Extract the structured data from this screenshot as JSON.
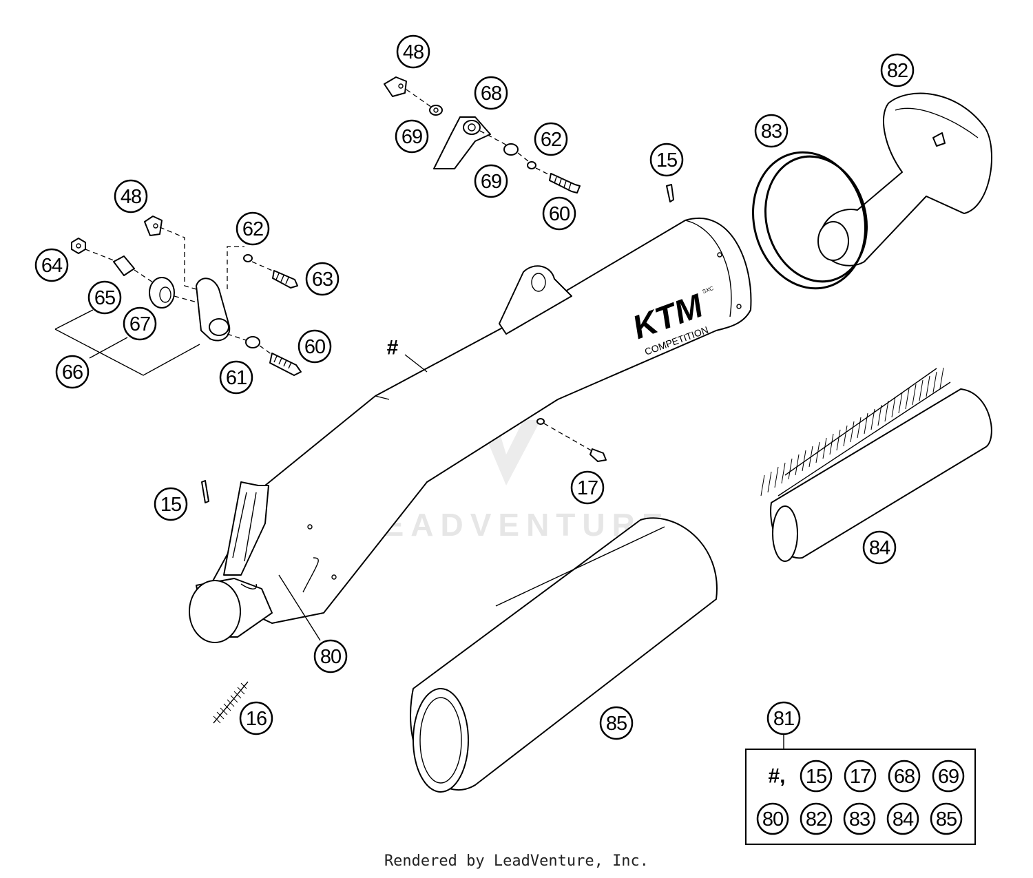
{
  "callouts": [
    {
      "id": "c48a",
      "label": "48"
    },
    {
      "id": "c68",
      "label": "68"
    },
    {
      "id": "c69a",
      "label": "69"
    },
    {
      "id": "c62a",
      "label": "62"
    },
    {
      "id": "c69b",
      "label": "69"
    },
    {
      "id": "c60a",
      "label": "60"
    },
    {
      "id": "c82",
      "label": "82"
    },
    {
      "id": "c83",
      "label": "83"
    },
    {
      "id": "c15a",
      "label": "15"
    },
    {
      "id": "c48b",
      "label": "48"
    },
    {
      "id": "c62b",
      "label": "62"
    },
    {
      "id": "c64",
      "label": "64"
    },
    {
      "id": "c63",
      "label": "63"
    },
    {
      "id": "c65",
      "label": "65"
    },
    {
      "id": "c67",
      "label": "67"
    },
    {
      "id": "c60b",
      "label": "60"
    },
    {
      "id": "c66",
      "label": "66"
    },
    {
      "id": "c61",
      "label": "61"
    },
    {
      "id": "c17",
      "label": "17"
    },
    {
      "id": "c15b",
      "label": "15"
    },
    {
      "id": "c80",
      "label": "80"
    },
    {
      "id": "c84",
      "label": "84"
    },
    {
      "id": "c16",
      "label": "16"
    },
    {
      "id": "c85",
      "label": "85"
    },
    {
      "id": "c81",
      "label": "81"
    }
  ],
  "hash_label": "#",
  "kit": {
    "prefix": "#,",
    "row1": [
      "15",
      "17",
      "68",
      "69"
    ],
    "row2": [
      "80",
      "82",
      "83",
      "84",
      "85"
    ]
  },
  "logo": {
    "brand": "KTM",
    "tagline": "COMPETITION",
    "small": "SXC"
  },
  "watermark": "LEADVENTURE",
  "footer": "Rendered by LeadVenture, Inc."
}
